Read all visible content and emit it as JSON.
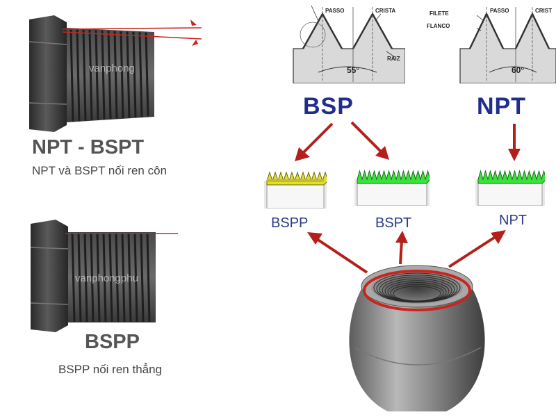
{
  "left_panel": {
    "top_heading": "NPT - BSPT",
    "top_caption": "NPT và BSPT nối ren côn",
    "bottom_heading": "BSPP",
    "bottom_caption": "BSPP nối ren thẳng",
    "watermark_top": "vanphong",
    "watermark_bottom": "vanphongphu"
  },
  "thread_profiles": [
    {
      "labels": [
        "PASSO",
        "CRISTA",
        "RAIZ"
      ],
      "angle": "55°"
    },
    {
      "labels": [
        "FILETE",
        "FLANCO",
        "PASSO",
        "CRIST"
      ],
      "angle": "60°"
    }
  ],
  "standards": {
    "bsp": "BSP",
    "npt": "NPT"
  },
  "types": {
    "bspp": "BSPP",
    "bspt": "BSPT",
    "npt": "NPT"
  },
  "colors": {
    "arrow_red": "#b3201c",
    "standard_blue": "#1f2d8f",
    "bspp_yellow": "#e6dd2a",
    "bspt_green": "#39e33c"
  }
}
